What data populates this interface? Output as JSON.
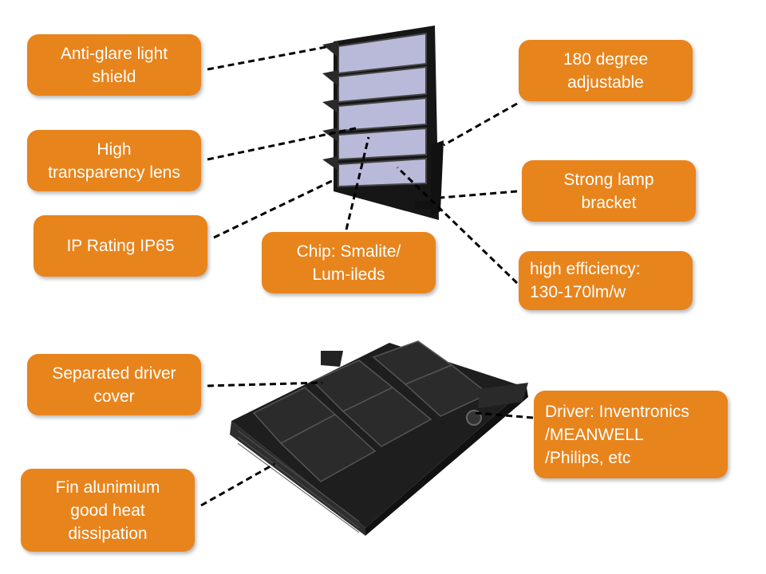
{
  "labels": {
    "anti_glare": "Anti-glare light\nshield",
    "transparency": "High\ntransparency lens",
    "ip_rating": "IP Rating IP65",
    "chip": "Chip: Smalite/\nLum-ileds",
    "adjustable": "180 degree\nadjustable",
    "bracket": "Strong lamp\nbracket",
    "efficiency": "high efficiency:\n130-170lm/w",
    "driver_cover": "Separated driver\ncover",
    "fin": "Fin alunimium\ngood heat\ndissipation",
    "driver": "Driver: Inventronics\n/MEANWELL\n/Philips, etc"
  },
  "colors": {
    "callout_bg": "#e8841c",
    "callout_text": "#ffffff",
    "lamp_body": "#1c1c1c",
    "led_panel": "#b9b9d9"
  }
}
